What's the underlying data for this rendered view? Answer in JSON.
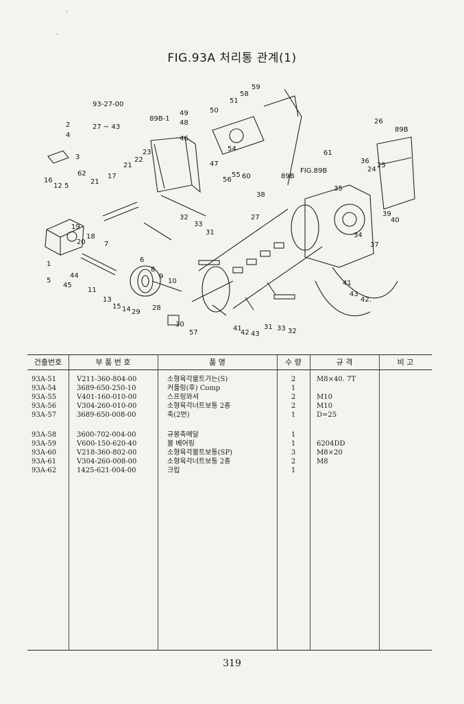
{
  "title": "FIG.93A 처리통 관계(1)",
  "headers": [
    "건출번호",
    "부 품 번 호",
    "품 명",
    "수 량",
    "규 격",
    "비 고"
  ],
  "rows": [
    [
      "93A-51",
      "V211-360-804-00",
      "소형육각볼트가는(S)",
      "2",
      "M8×40. 7T"
    ],
    [
      "93A-54",
      "3689-650-250-10",
      "커플링(후) Comp",
      "1",
      ""
    ],
    [
      "93A-55",
      "V401-160-010-00",
      "스프링와셔",
      "2",
      "M10"
    ],
    [
      "93A-56",
      "V304-260-010-00",
      "소형육각너트보통 2종",
      "2",
      "M10"
    ],
    [
      "93A-57",
      "3689-650-008-00",
      "축(2번)",
      "1",
      "D=25"
    ],
    [
      "93A-58",
      "3600-702-004-00",
      "규봉축메달",
      "1",
      ""
    ],
    [
      "93A-59",
      "V600-150-620-40",
      "볼 베어링",
      "1",
      "6204DD"
    ],
    [
      "93A-60",
      "V218-360-802-00",
      "소형육각볼트보통(SP)",
      "3",
      "M8×20"
    ],
    [
      "93A-61",
      "V304-260-008-00",
      "소형육각너트보통 2종",
      "2",
      "M8"
    ],
    [
      "93A-62",
      "1425-621-004-00",
      "크립",
      "1",
      ""
    ]
  ],
  "diagram_labels": [
    "93-27-00",
    "27 ~ 43",
    "FIG.89B",
    "89B-1",
    "89B",
    "89B",
    "2",
    "4",
    "3",
    "16",
    "12",
    "5",
    "62",
    "21",
    "17",
    "21",
    "22",
    "23",
    "49",
    "48",
    "50",
    "46",
    "47",
    "51",
    "58",
    "59",
    "54",
    "56",
    "55",
    "60",
    "26",
    "61",
    "36",
    "24",
    "25",
    "35",
    "38",
    "39",
    "40",
    "34",
    "37",
    "27",
    "32",
    "33",
    "31",
    "1",
    "7",
    "18",
    "20",
    "19",
    "44",
    "45",
    "11",
    "13",
    "6",
    "8",
    "9",
    "10",
    "15",
    "14",
    "29",
    "28",
    "30",
    "57",
    "41",
    "42",
    "43",
    "42.",
    "41",
    "43",
    "31",
    "33",
    "32"
  ],
  "page_number": "319"
}
